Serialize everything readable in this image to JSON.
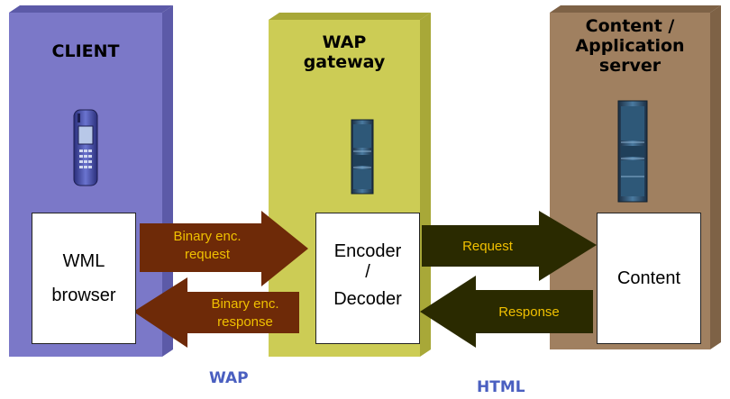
{
  "columns": {
    "client": {
      "title": "CLIENT",
      "color": "#7b78c8",
      "top_color": "#5c5aa8"
    },
    "gateway": {
      "title_lines": [
        "WAP",
        "gateway"
      ],
      "color": "#cccc55",
      "top_color": "#a8a838"
    },
    "server": {
      "title_lines": [
        "Content /",
        "Application",
        "server"
      ],
      "color": "#a08060",
      "top_color": "#7e6246"
    }
  },
  "boxes": {
    "browser": [
      "WML",
      "browser"
    ],
    "encoder": [
      "Encoder",
      "/",
      "Decoder"
    ],
    "content": [
      "Content"
    ]
  },
  "arrows": {
    "wap_request": {
      "lines": [
        "Binary enc.",
        "request"
      ],
      "color": "#6e2a08"
    },
    "wap_response": {
      "lines": [
        "Binary enc.",
        "response"
      ],
      "color": "#6e2a08"
    },
    "http_request": {
      "lines": [
        "Request"
      ],
      "color": "#2a2a00"
    },
    "http_response": {
      "lines": [
        "Response"
      ],
      "color": "#2a2a00"
    },
    "label_color": "#f0c000"
  },
  "protocols": {
    "wap": "WAP",
    "html": "HTML"
  }
}
